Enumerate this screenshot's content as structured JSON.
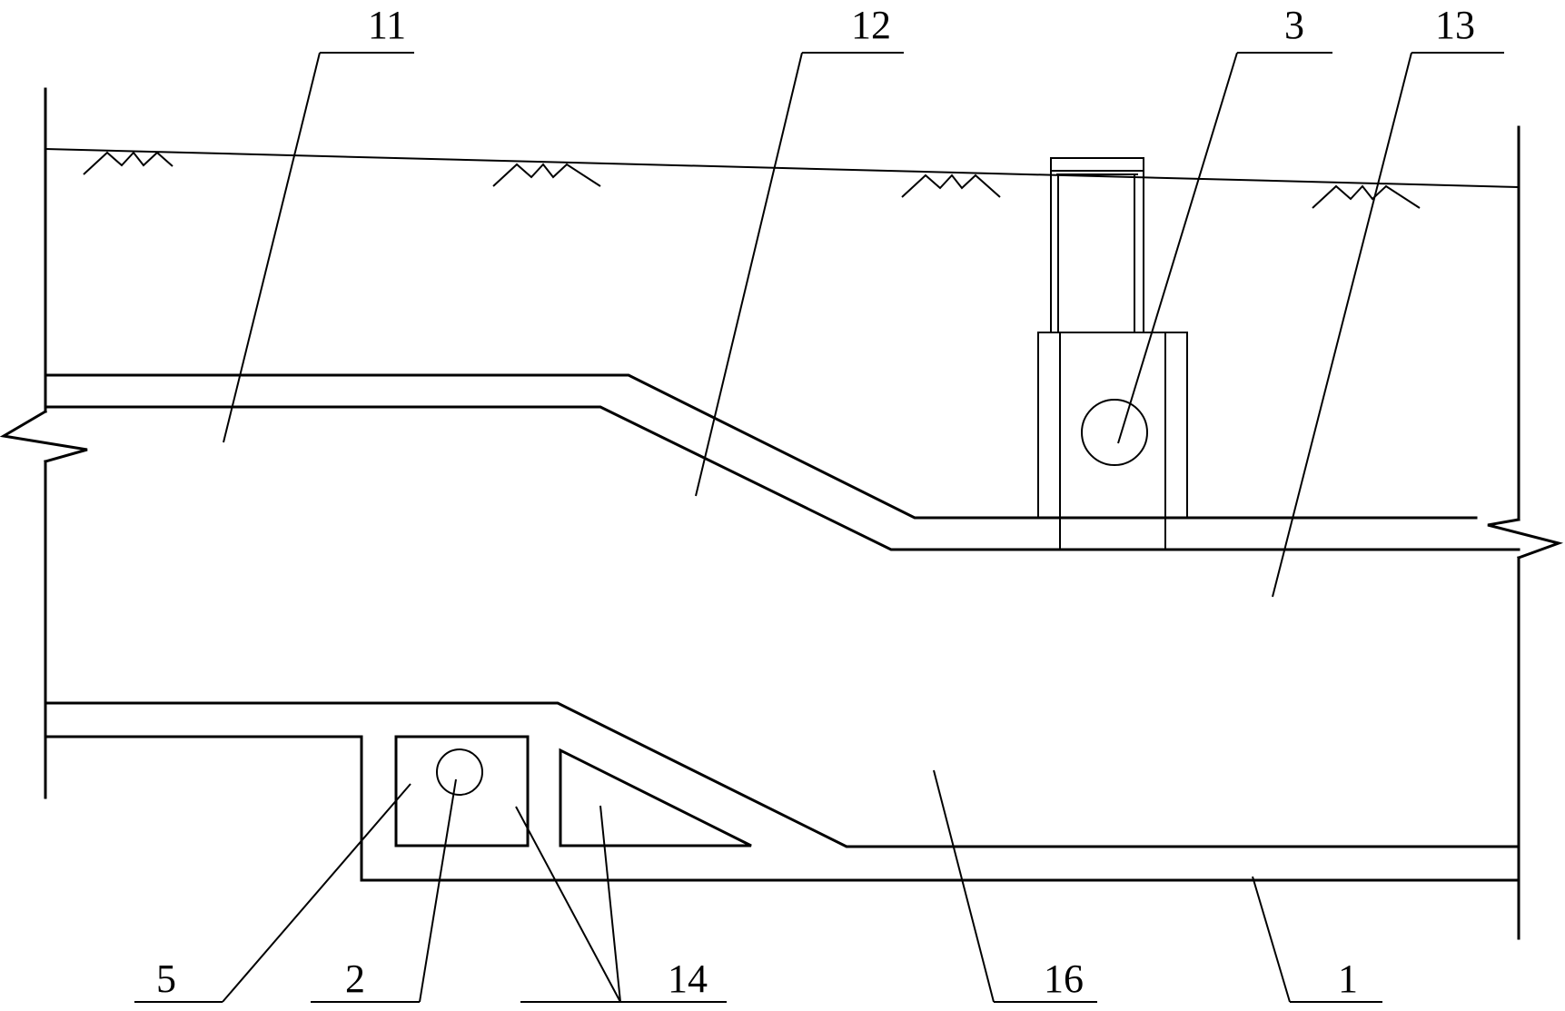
{
  "diagram": {
    "callouts": {
      "c11": "11",
      "c12": "12",
      "c3": "3",
      "c13": "13",
      "c5": "5",
      "c2": "2",
      "c14": "14",
      "c16": "16",
      "c1": "1"
    },
    "colors": {
      "stroke": "#000000",
      "background": "#ffffff"
    }
  }
}
